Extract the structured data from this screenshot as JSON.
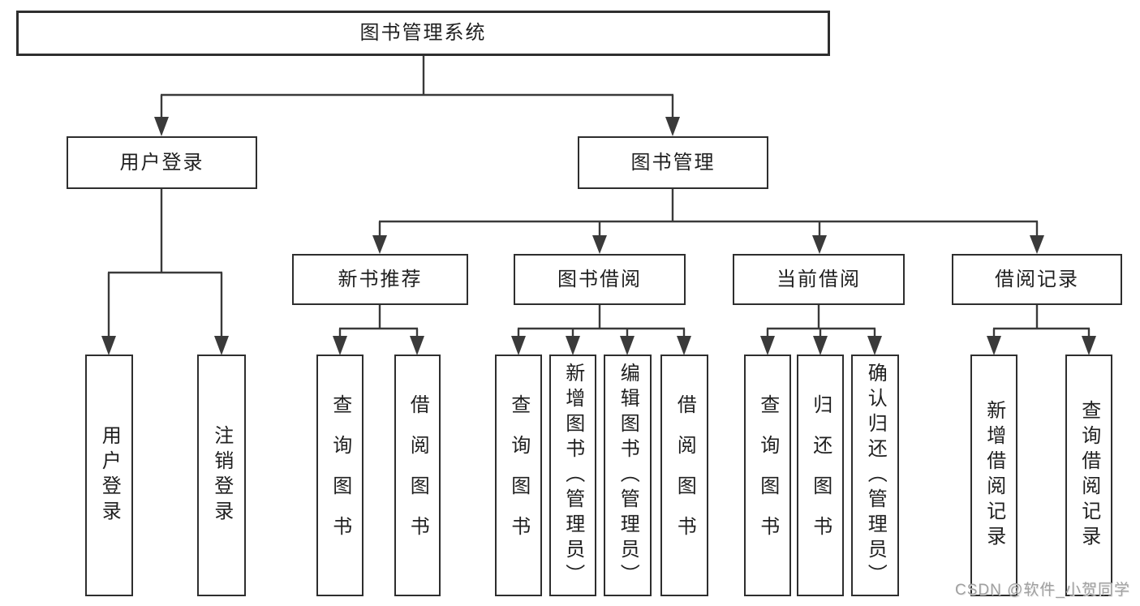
{
  "tree": {
    "root": {
      "label": "图书管理系统"
    },
    "branches": [
      {
        "label": "用户登录",
        "children": [
          {
            "label": "用户登录"
          },
          {
            "label": "注销登录"
          }
        ]
      },
      {
        "label": "图书管理",
        "groups": [
          {
            "label": "新书推荐",
            "children": [
              {
                "label": "查询图书"
              },
              {
                "label": "借阅图书"
              }
            ]
          },
          {
            "label": "图书借阅",
            "children": [
              {
                "label": "查询图书"
              },
              {
                "label": "新增图书（管理员）"
              },
              {
                "label": "编辑图书（管理员）"
              },
              {
                "label": "借阅图书"
              }
            ]
          },
          {
            "label": "当前借阅",
            "children": [
              {
                "label": "查询图书"
              },
              {
                "label": "归还图书"
              },
              {
                "label": "确认归还（管理员）"
              }
            ]
          },
          {
            "label": "借阅记录",
            "children": [
              {
                "label": "新增借阅记录"
              },
              {
                "label": "查询借阅记录"
              }
            ]
          }
        ]
      }
    ]
  },
  "watermark": {
    "text": "CSDN @软件_小贺同学"
  },
  "colors": {
    "line": "#3a3a3a",
    "border": "#2e2e2e",
    "fill": "#ffffff",
    "text": "#1f1f1f",
    "watermark": "#a0a0a0",
    "background": "#ffffff"
  }
}
